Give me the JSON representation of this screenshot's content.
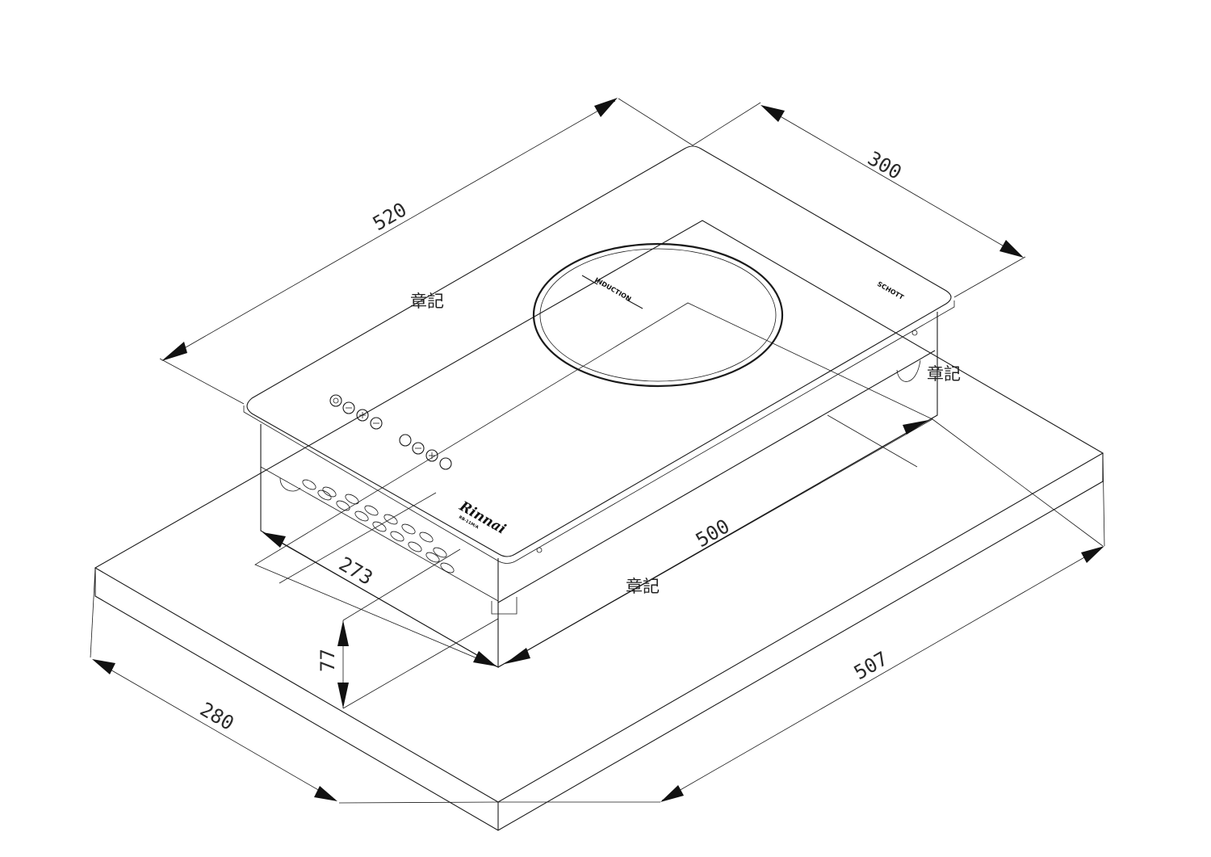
{
  "dimensions": {
    "top_length": "520",
    "top_width": "300",
    "cutout_length": "500",
    "cutout_width": "273",
    "depth": "77",
    "counter_width": "280",
    "counter_length": "507"
  },
  "notes": [
    "章記",
    "章記",
    "章記"
  ],
  "labels": {
    "zone": "INDUCTION",
    "glass_brand": "SCHOTT",
    "brand": "Rinnai",
    "model": "RB-11M/A"
  },
  "colors": {
    "line": "#1a1a1a",
    "background": "#ffffff"
  }
}
